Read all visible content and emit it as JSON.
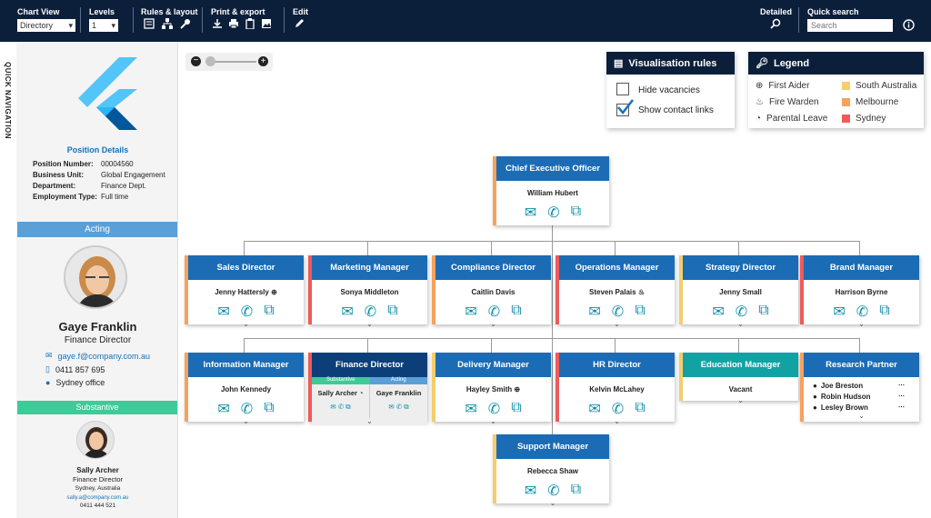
{
  "toolbar": {
    "chart_view_label": "Chart View",
    "chart_view_value": "Directory",
    "levels_label": "Levels",
    "levels_value": "1",
    "rules_label": "Rules & layout",
    "print_label": "Print & export",
    "edit_label": "Edit",
    "detailed_label": "Detailed",
    "search_label": "Quick search",
    "search_placeholder": "Search"
  },
  "sidebar": {
    "quick_nav": "QUICK NAVIGATION",
    "position_details_title": "Position Details",
    "details": [
      {
        "k": "Position Number:",
        "v": "00004560"
      },
      {
        "k": "Business Unit:",
        "v": "Global Engagement"
      },
      {
        "k": "Department:",
        "v": "Finance Dept."
      },
      {
        "k": "Employment Type:",
        "v": "Full time"
      }
    ],
    "acting_label": "Acting",
    "acting_name": "Gaye Franklin",
    "acting_title": "Finance Director",
    "acting_email": "gaye.f@company.com.au",
    "acting_phone": "0411 857 695",
    "acting_office": "Sydney office",
    "substantive_label": "Substantive",
    "sub_name": "Sally Archer",
    "sub_title": "Finance Director",
    "sub_location": "Sydney, Australia",
    "sub_email": "sally.a@company.com.au",
    "sub_phone": "0411 444 521"
  },
  "rules": {
    "title": "Visualisation rules",
    "hide_vacancies": "Hide vacancies",
    "show_contact": "Show contact links"
  },
  "legend": {
    "title": "Legend",
    "items": [
      "First Aider",
      "Fire Warden",
      "Parental Leave"
    ],
    "regions": [
      "South Australia",
      "Melbourne",
      "Sydney"
    ],
    "colors": {
      "south_australia": "#f5cd6b",
      "melbourne": "#f5a25d",
      "sydney": "#ee5a5a"
    }
  },
  "org": {
    "ceo": {
      "title": "Chief Executive Officer",
      "name": "William Hubert"
    },
    "row1": [
      {
        "title": "Sales Director",
        "name": "Jenny Hattersly"
      },
      {
        "title": "Marketing Manager",
        "name": "Sonya Middleton"
      },
      {
        "title": "Compliance Director",
        "name": "Caitlin Davis"
      },
      {
        "title": "Operations Manager",
        "name": "Steven Palais"
      },
      {
        "title": "Strategy Director",
        "name": "Jenny Small"
      },
      {
        "title": "Brand Manager",
        "name": "Harrison Byrne"
      }
    ],
    "row2": [
      {
        "title": "Information Manager",
        "name": "John Kennedy"
      },
      {
        "title": "Finance Director",
        "name": ""
      },
      {
        "title": "Delivery Manager",
        "name": "Hayley Smith"
      },
      {
        "title": "HR Director",
        "name": "Kelvin McLahey"
      },
      {
        "title": "Education Manager",
        "name": "Vacant"
      },
      {
        "title": "Research Partner",
        "name": ""
      }
    ],
    "finance": {
      "substantive": "Substantive",
      "acting": "Acting",
      "sub_name": "Sally Archer",
      "act_name": "Gaye Franklin"
    },
    "research": [
      "Joe Breston",
      "Robin Hudson",
      "Lesley Brown"
    ],
    "support": {
      "title": "Support Manager",
      "name": "Rebecca Shaw"
    }
  }
}
